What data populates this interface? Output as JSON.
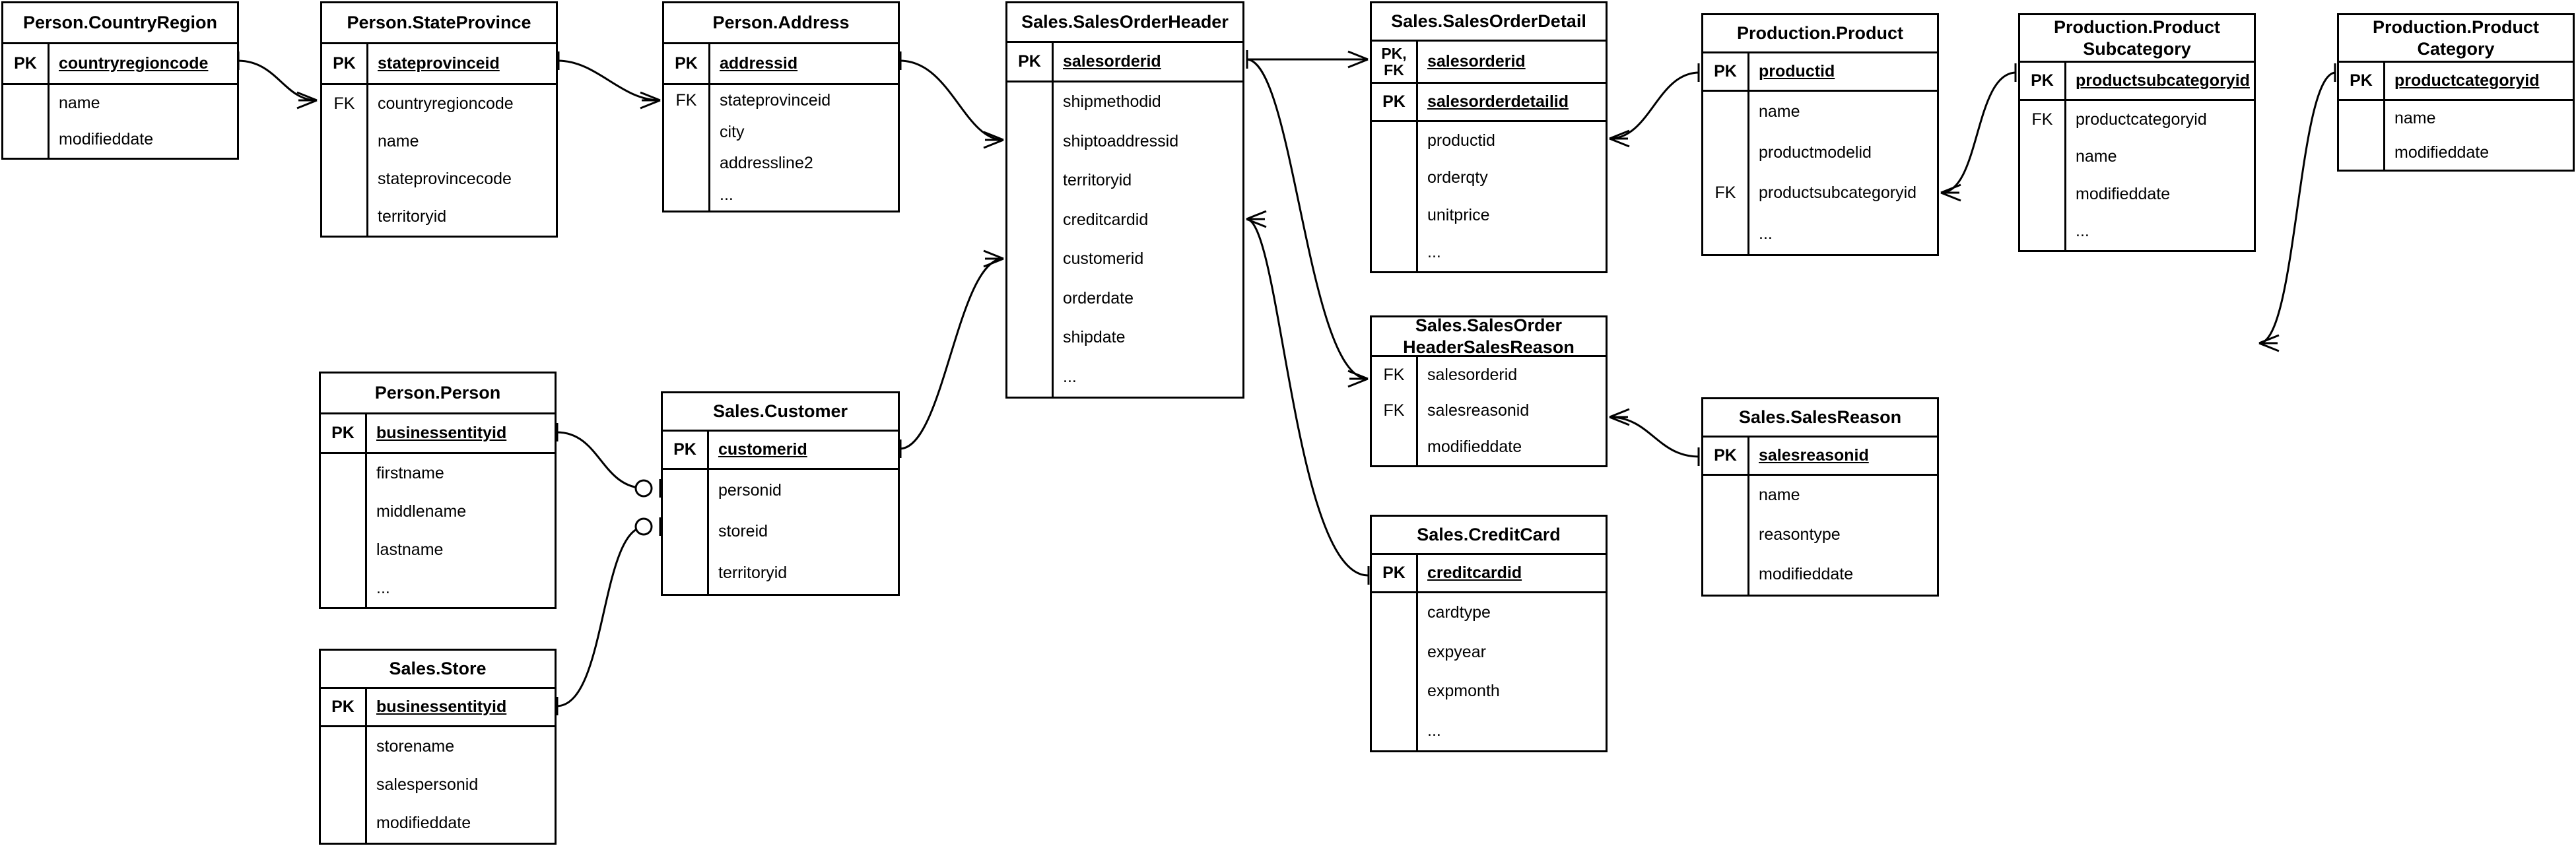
{
  "diagram": {
    "title": "AdventureWorks Sales ER Diagram",
    "notation": "crow's-foot",
    "line_color": "#000000",
    "background_color": "#ffffff"
  },
  "entities": [
    {
      "id": "country_region",
      "name": "Person.CountryRegion",
      "keys": [
        {
          "badge": "PK",
          "field": "countryregioncode"
        }
      ],
      "fields": [
        {
          "badge": "",
          "field": "name"
        },
        {
          "badge": "",
          "field": "modifieddate"
        }
      ]
    },
    {
      "id": "state_province",
      "name": "Person.StateProvince",
      "keys": [
        {
          "badge": "PK",
          "field": "stateprovinceid"
        }
      ],
      "fields": [
        {
          "badge": "FK",
          "field": "countryregioncode"
        },
        {
          "badge": "",
          "field": "name"
        },
        {
          "badge": "",
          "field": "stateprovincecode"
        },
        {
          "badge": "",
          "field": "territoryid"
        }
      ]
    },
    {
      "id": "address",
      "name": "Person.Address",
      "keys": [
        {
          "badge": "PK",
          "field": "addressid"
        }
      ],
      "fields": [
        {
          "badge": "FK",
          "field": "stateprovinceid"
        },
        {
          "badge": "",
          "field": "city"
        },
        {
          "badge": "",
          "field": "addressline2"
        },
        {
          "badge": "",
          "field": "..."
        }
      ]
    },
    {
      "id": "sales_order_header",
      "name": "Sales.SalesOrderHeader",
      "keys": [
        {
          "badge": "PK",
          "field": "salesorderid"
        }
      ],
      "fields": [
        {
          "badge": "",
          "field": "shipmethodid"
        },
        {
          "badge": "",
          "field": "shiptoaddressid"
        },
        {
          "badge": "",
          "field": "territoryid"
        },
        {
          "badge": "",
          "field": "creditcardid"
        },
        {
          "badge": "",
          "field": "customerid"
        },
        {
          "badge": "",
          "field": "orderdate"
        },
        {
          "badge": "",
          "field": "shipdate"
        },
        {
          "badge": "",
          "field": "..."
        }
      ]
    },
    {
      "id": "sales_order_detail",
      "name": "Sales.SalesOrderDetail",
      "keys": [
        {
          "badge": "PK,\nFK",
          "field": "salesorderid"
        },
        {
          "badge": "PK",
          "field": "salesorderdetailid"
        }
      ],
      "fields": [
        {
          "badge": "",
          "field": "productid"
        },
        {
          "badge": "",
          "field": "orderqty"
        },
        {
          "badge": "",
          "field": "unitprice"
        },
        {
          "badge": "",
          "field": "..."
        }
      ]
    },
    {
      "id": "product",
      "name": "Production.Product",
      "keys": [
        {
          "badge": "PK",
          "field": "productid"
        }
      ],
      "fields": [
        {
          "badge": "",
          "field": "name"
        },
        {
          "badge": "",
          "field": "productmodelid"
        },
        {
          "badge": "FK",
          "field": "productsubcategoryid"
        },
        {
          "badge": "",
          "field": "..."
        }
      ]
    },
    {
      "id": "product_subcategory",
      "name": "Production.Product\nSubcategory",
      "keys": [
        {
          "badge": "PK",
          "field": "productsubcategoryid"
        }
      ],
      "fields": [
        {
          "badge": "FK",
          "field": "productcategoryid"
        },
        {
          "badge": "",
          "field": "name"
        },
        {
          "badge": "",
          "field": "modifieddate"
        },
        {
          "badge": "",
          "field": "..."
        }
      ]
    },
    {
      "id": "product_category",
      "name": "Production.Product\nCategory",
      "keys": [
        {
          "badge": "PK",
          "field": "productcategoryid"
        }
      ],
      "fields": [
        {
          "badge": "",
          "field": "name"
        },
        {
          "badge": "",
          "field": "modifieddate"
        }
      ]
    },
    {
      "id": "person",
      "name": "Person.Person",
      "keys": [
        {
          "badge": "PK",
          "field": "businessentityid"
        }
      ],
      "fields": [
        {
          "badge": "",
          "field": "firstname"
        },
        {
          "badge": "",
          "field": "middlename"
        },
        {
          "badge": "",
          "field": "lastname"
        },
        {
          "badge": "",
          "field": "..."
        }
      ]
    },
    {
      "id": "customer",
      "name": "Sales.Customer",
      "keys": [
        {
          "badge": "PK",
          "field": "customerid"
        }
      ],
      "fields": [
        {
          "badge": "",
          "field": "personid"
        },
        {
          "badge": "",
          "field": "storeid"
        },
        {
          "badge": "",
          "field": "territoryid"
        }
      ]
    },
    {
      "id": "store",
      "name": "Sales.Store",
      "keys": [
        {
          "badge": "PK",
          "field": "businessentityid"
        }
      ],
      "fields": [
        {
          "badge": "",
          "field": "storename"
        },
        {
          "badge": "",
          "field": "salespersonid"
        },
        {
          "badge": "",
          "field": "modifieddate"
        }
      ]
    },
    {
      "id": "soh_sales_reason",
      "name": "Sales.SalesOrder\nHeaderSalesReason",
      "keys": [],
      "fields": [
        {
          "badge": "FK",
          "field": "salesorderid"
        },
        {
          "badge": "FK",
          "field": "salesreasonid"
        },
        {
          "badge": "",
          "field": "modifieddate"
        }
      ]
    },
    {
      "id": "sales_reason",
      "name": "Sales.SalesReason",
      "keys": [
        {
          "badge": "PK",
          "field": "salesreasonid"
        }
      ],
      "fields": [
        {
          "badge": "",
          "field": "name"
        },
        {
          "badge": "",
          "field": "reasontype"
        },
        {
          "badge": "",
          "field": "modifieddate"
        }
      ]
    },
    {
      "id": "credit_card",
      "name": "Sales.CreditCard",
      "keys": [
        {
          "badge": "PK",
          "field": "creditcardid"
        }
      ],
      "fields": [
        {
          "badge": "",
          "field": "cardtype"
        },
        {
          "badge": "",
          "field": "expyear"
        },
        {
          "badge": "",
          "field": "expmonth"
        },
        {
          "badge": "",
          "field": "..."
        }
      ]
    }
  ],
  "relationships": [
    {
      "from": "country_region.countryregioncode",
      "to": "state_province.countryregioncode",
      "from_card": "one",
      "to_card": "many"
    },
    {
      "from": "state_province.stateprovinceid",
      "to": "address.stateprovinceid",
      "from_card": "one",
      "to_card": "many"
    },
    {
      "from": "address.addressid",
      "to": "sales_order_header.shiptoaddressid",
      "from_card": "one",
      "to_card": "many"
    },
    {
      "from": "sales_order_header.salesorderid",
      "to": "sales_order_detail.salesorderid",
      "from_card": "one",
      "to_card": "many"
    },
    {
      "from": "product.productid",
      "to": "sales_order_detail.productid",
      "from_card": "one",
      "to_card": "many"
    },
    {
      "from": "product_subcategory.productsubcategoryid",
      "to": "product.productsubcategoryid",
      "from_card": "one",
      "to_card": "many"
    },
    {
      "from": "product_category.productcategoryid",
      "to": "product_subcategory.productcategoryid",
      "from_card": "one",
      "to_card": "many"
    },
    {
      "from": "sales_order_header.salesorderid",
      "to": "soh_sales_reason.salesorderid",
      "from_card": "one",
      "to_card": "many"
    },
    {
      "from": "sales_reason.salesreasonid",
      "to": "soh_sales_reason.salesreasonid",
      "from_card": "one",
      "to_card": "many"
    },
    {
      "from": "credit_card.creditcardid",
      "to": "sales_order_header.creditcardid",
      "from_card": "one",
      "to_card": "many"
    },
    {
      "from": "customer.customerid",
      "to": "sales_order_header.customerid",
      "from_card": "one",
      "to_card": "many"
    },
    {
      "from": "person.businessentityid",
      "to": "customer.personid",
      "from_card": "one",
      "to_card": "zero-or-one"
    },
    {
      "from": "store.businessentityid",
      "to": "customer.storeid",
      "from_card": "one",
      "to_card": "zero-or-one"
    }
  ]
}
